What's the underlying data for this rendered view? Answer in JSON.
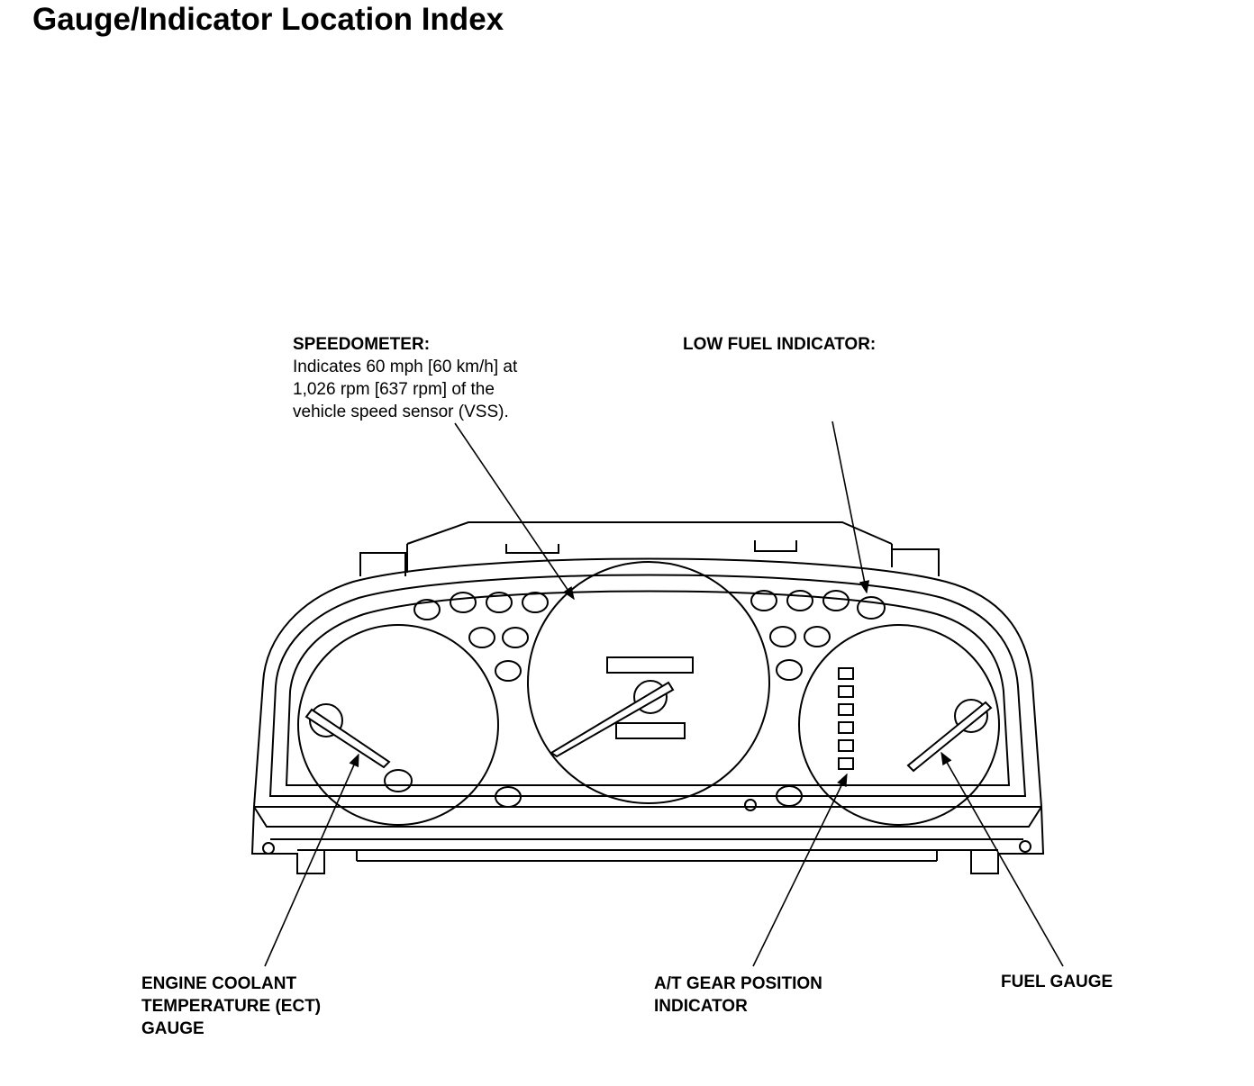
{
  "title": "Gauge/Indicator Location Index",
  "callouts": {
    "speedometer": {
      "label": "SPEEDOMETER:",
      "text": "Indicates 60 mph [60 km/h] at\n1,026 rpm [637 rpm] of the\nvehicle speed sensor (VSS)."
    },
    "low_fuel": {
      "label": "LOW FUEL INDICATOR:"
    },
    "ect_gauge": {
      "label": "ENGINE COOLANT\nTEMPERATURE (ECT)\nGAUGE"
    },
    "gear_indicator": {
      "label": "A/T GEAR POSITION\nINDICATOR"
    },
    "fuel_gauge": {
      "label": "FUEL GAUGE"
    }
  },
  "colors": {
    "ink": "#000000",
    "paper": "#ffffff"
  }
}
